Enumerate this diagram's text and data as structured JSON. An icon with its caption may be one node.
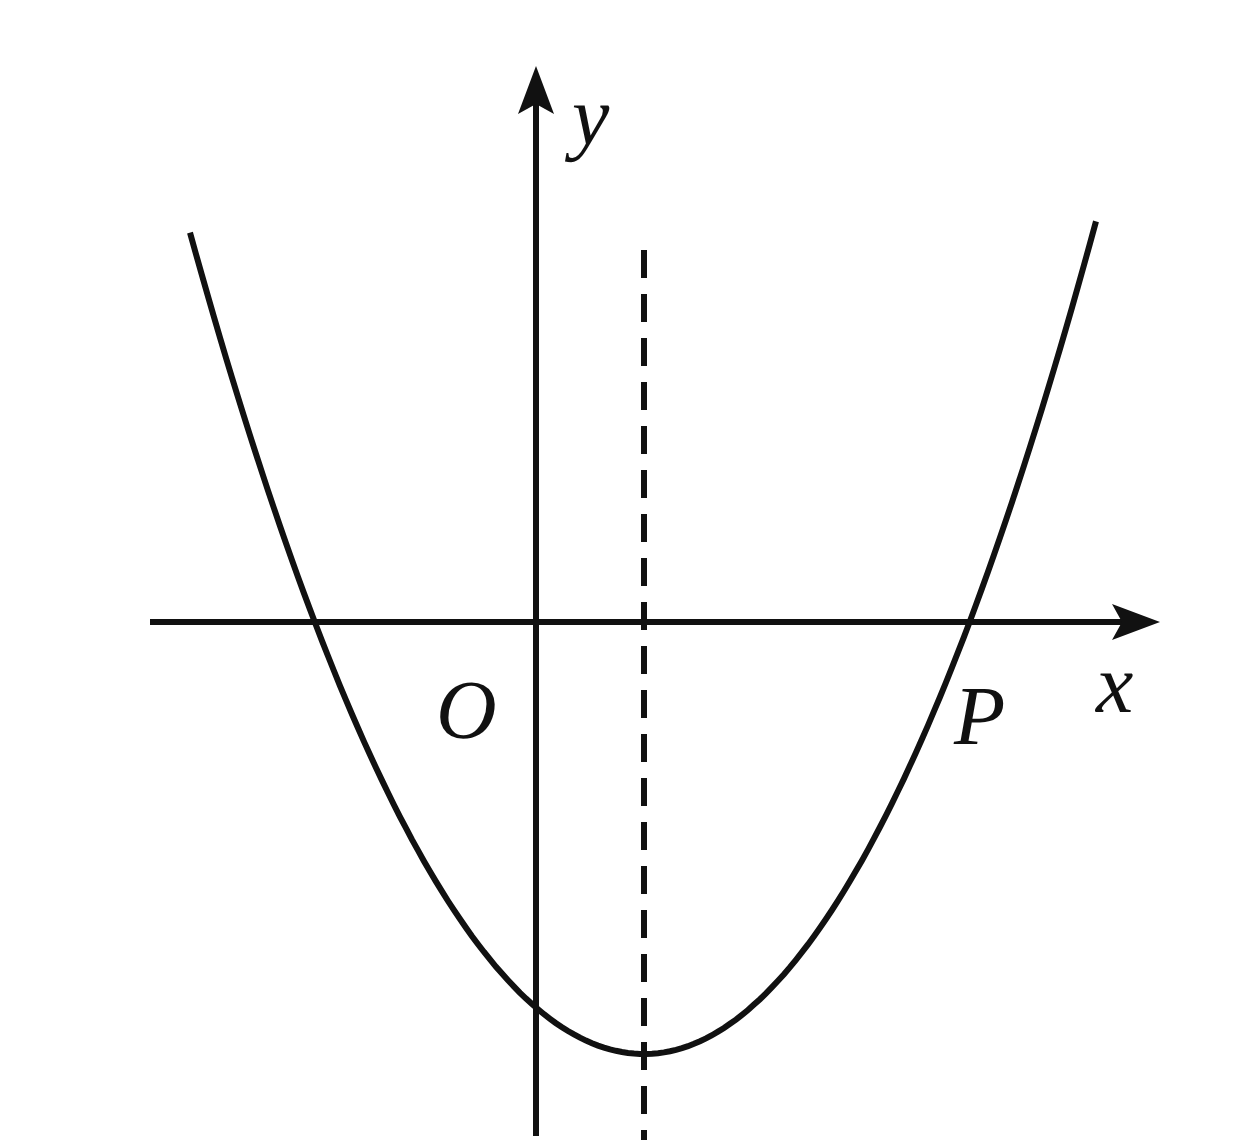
{
  "diagram": {
    "labels": [
      "y",
      "O",
      "P",
      "x"
    ]
  }
}
